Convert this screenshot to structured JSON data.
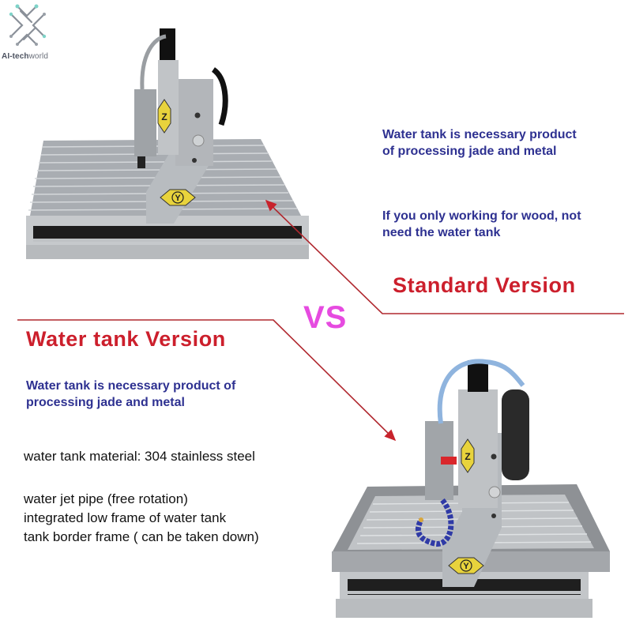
{
  "logo": {
    "brand_prefix": "AI-tech",
    "brand_suffix": "world",
    "icon": "circuit-star-icon"
  },
  "standard": {
    "title": "Standard Version",
    "notes": [
      "Water tank is necessary product",
      "of processing jade and metal",
      "If you only working for wood, not",
      "need the water tank"
    ],
    "image": "cnc-router-standard-machine"
  },
  "vs_label": "VS",
  "water_tank": {
    "title": "Water tank Version",
    "notes": [
      "Water tank is necessary product of",
      "processing jade and metal"
    ],
    "specs": [
      "water tank material: 304 stainless steel",
      "water jet pipe (free rotation)",
      "integrated low frame of water tank",
      "tank border frame  ( can be taken down)"
    ],
    "image": "cnc-router-water-tank-machine"
  },
  "colors": {
    "blue_text": "#2e3191",
    "red_title": "#cc1f2c",
    "vs_magenta": "#e64be0",
    "pointer_line": "#b0282f"
  },
  "axis_labels": {
    "z": "Z",
    "y": "Y"
  }
}
